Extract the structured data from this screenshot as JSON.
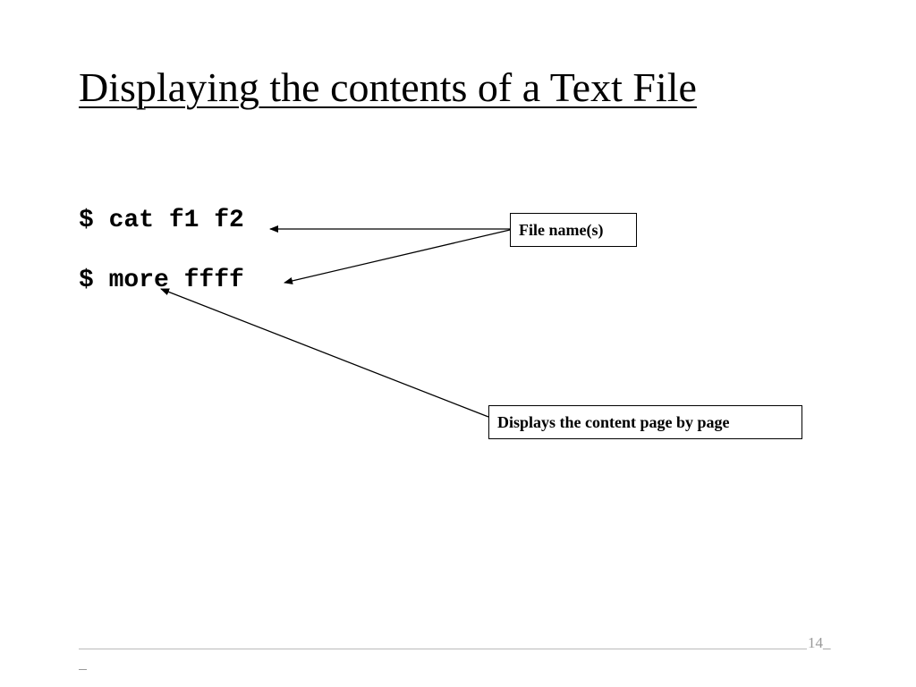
{
  "slide": {
    "title": "Displaying the contents of a Text File",
    "commands": [
      "$ cat f1 f2",
      "$ more ffff"
    ],
    "callouts": [
      "File name(s)",
      "Displays the content page by page"
    ],
    "footer": {
      "page_number": "14_"
    }
  }
}
